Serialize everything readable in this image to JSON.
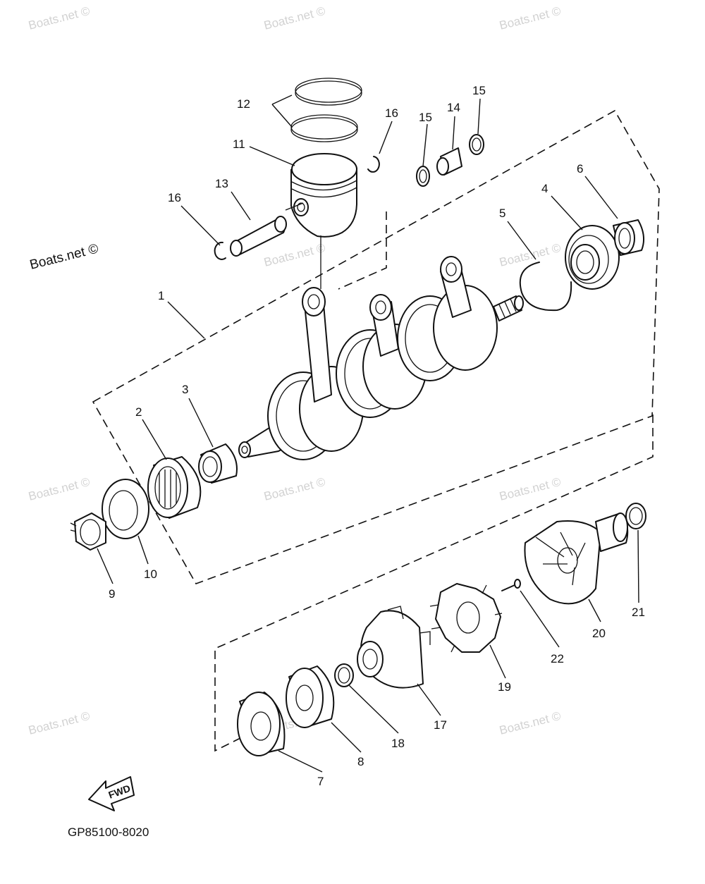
{
  "diagram": {
    "watermark": "Boats.net ©",
    "drawing_code": "GP85100-8020",
    "fwd_label": "FWD",
    "callouts": [
      "1",
      "2",
      "3",
      "4",
      "5",
      "6",
      "7",
      "8",
      "9",
      "10",
      "11",
      "12",
      "13",
      "14",
      "15",
      "15",
      "16",
      "16",
      "17",
      "18",
      "19",
      "20",
      "21",
      "22"
    ]
  }
}
